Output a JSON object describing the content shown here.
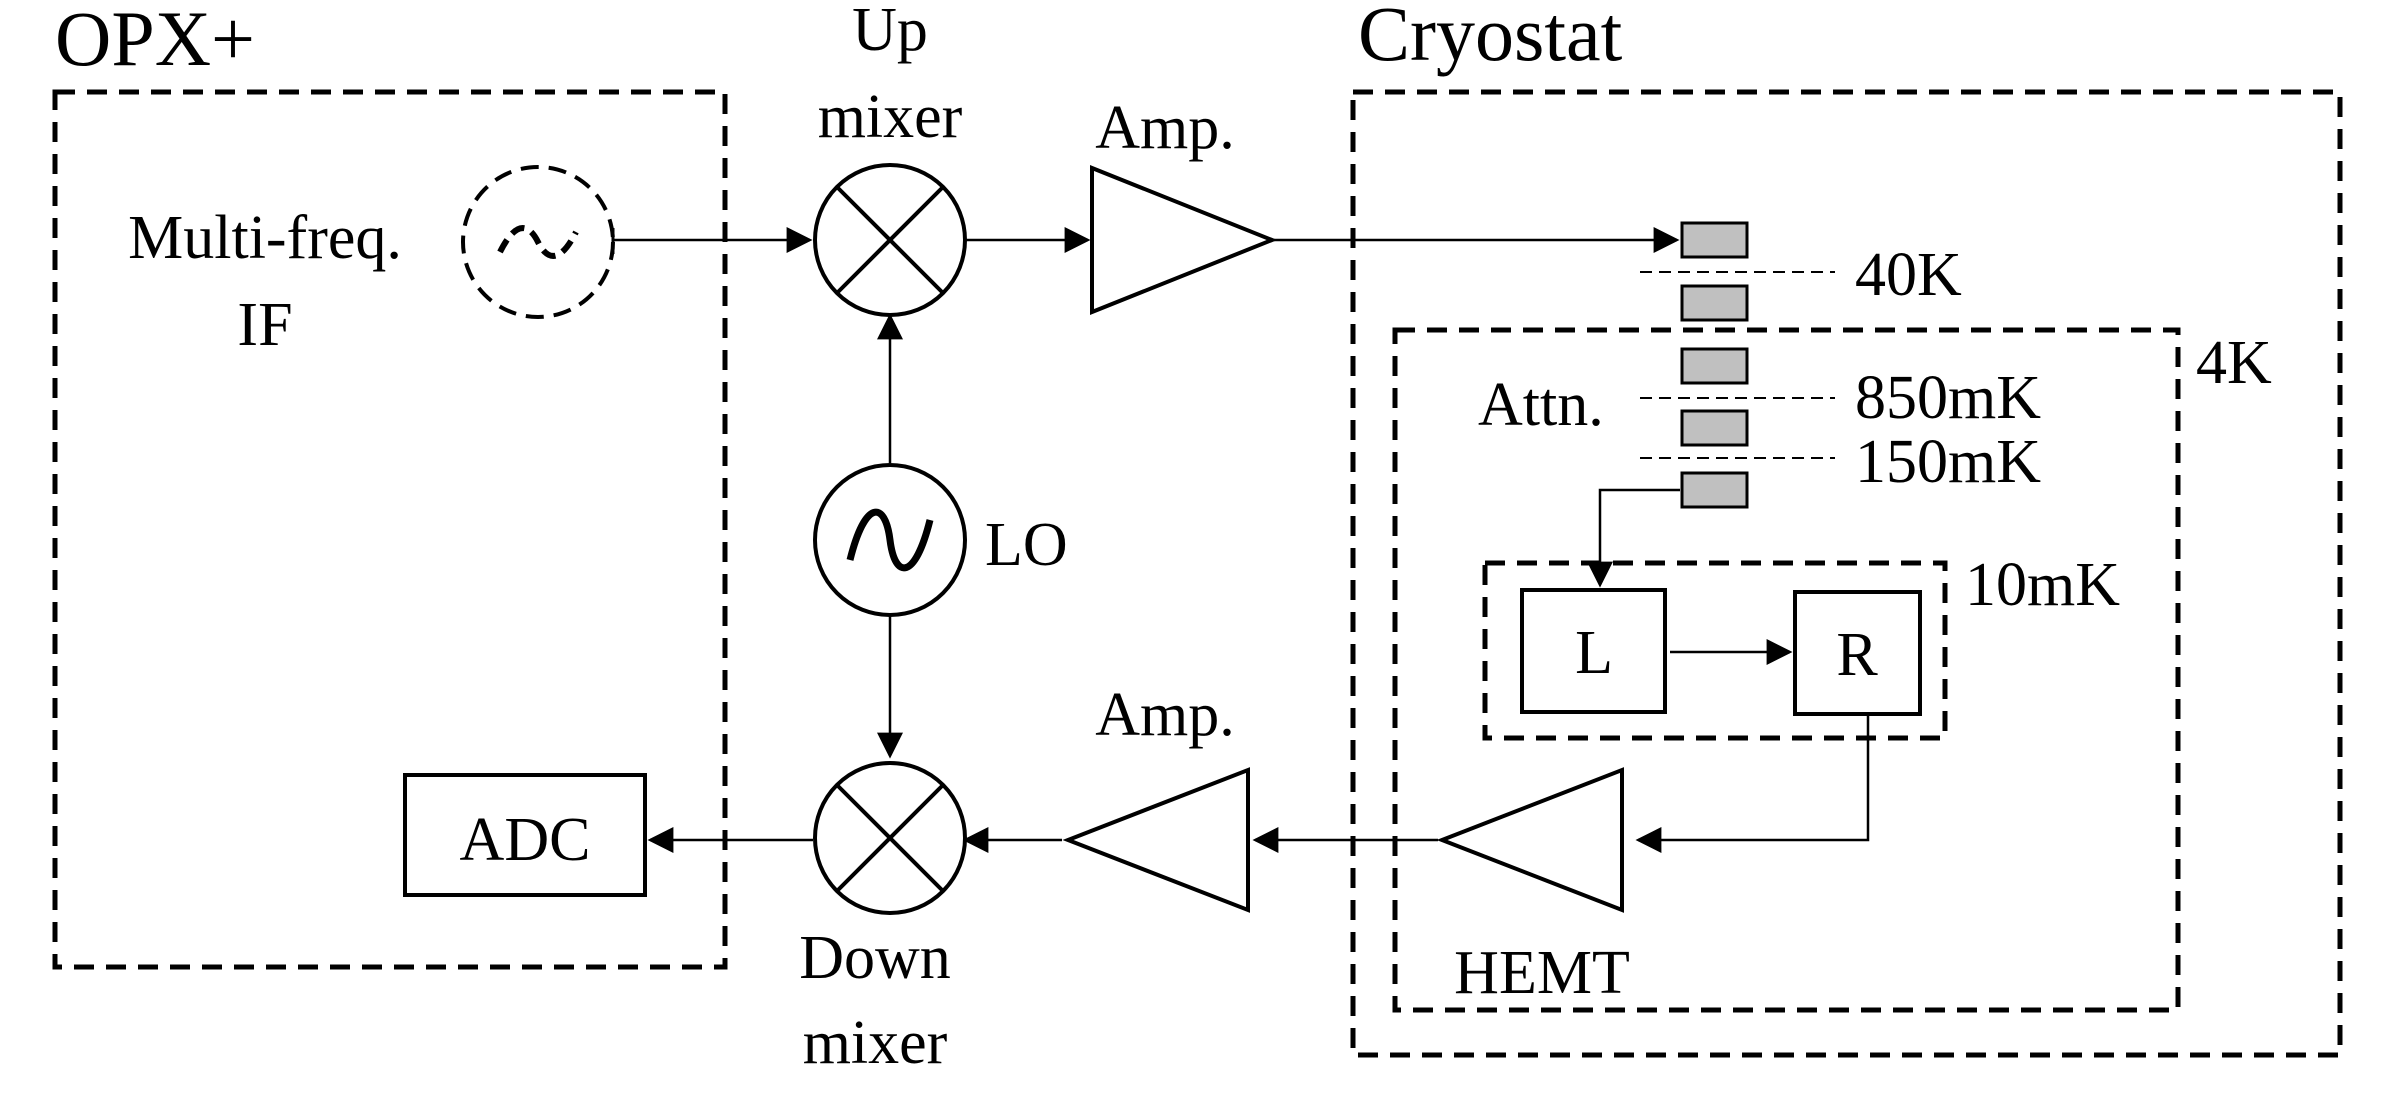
{
  "labels": {
    "opx": "OPX+",
    "cryostat": "Cryostat",
    "up_mixer_line1": "Up",
    "up_mixer_line2": "mixer",
    "down_mixer_line1": "Down",
    "down_mixer_line2": "mixer",
    "amp_top": "Amp.",
    "amp_bottom": "Amp.",
    "multifreq_line1": "Multi-freq.",
    "multifreq_line2": "IF",
    "lo": "LO",
    "adc": "ADC",
    "attn": "Attn.",
    "stage_40k": "40K",
    "stage_4k": "4K",
    "stage_850mk": "850mK",
    "stage_150mk": "150mK",
    "stage_10mk": "10mK",
    "box_l": "L",
    "box_r": "R",
    "hemt": "HEMT"
  }
}
